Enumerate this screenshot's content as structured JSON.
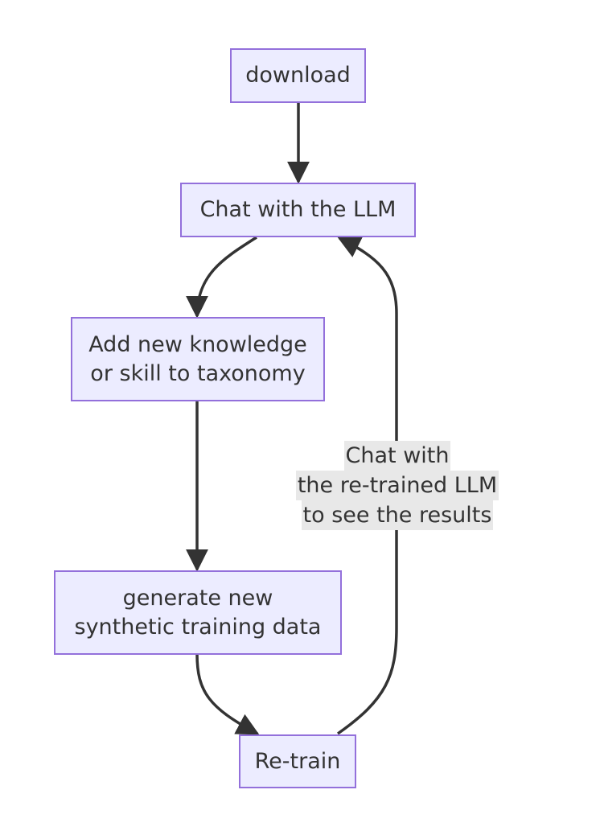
{
  "flowchart": {
    "nodes": {
      "download": "download",
      "chat": "Chat with the LLM",
      "add": [
        "Add new knowledge",
        "or skill to taxonomy"
      ],
      "generate": [
        "generate new",
        "synthetic training data"
      ],
      "retrain": "Re-train"
    },
    "edge_label": [
      "Chat with",
      "the re-trained LLM",
      "to see the results"
    ]
  },
  "colors": {
    "node_fill": "#ececff",
    "node_border": "#9370db",
    "edge": "#333333",
    "text": "#333333",
    "label_background": "#e8e8e8"
  }
}
